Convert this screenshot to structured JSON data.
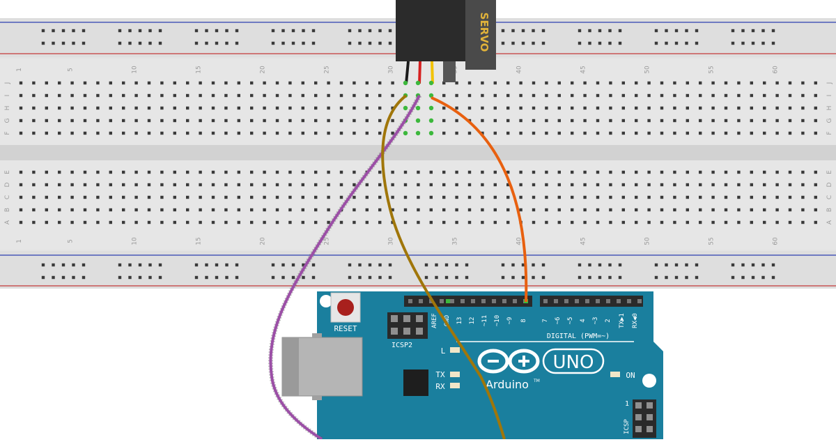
{
  "breadboard": {
    "column_numbers": [
      "1",
      "5",
      "10",
      "15",
      "20",
      "25",
      "30",
      "35",
      "40",
      "45",
      "50",
      "55",
      "60"
    ],
    "top_row_letters": [
      "J",
      "I",
      "H",
      "G",
      "F"
    ],
    "bottom_row_letters": [
      "E",
      "D",
      "C",
      "B",
      "A"
    ]
  },
  "servo": {
    "label": "SERVO",
    "wire_colors": [
      "#1a1a1a",
      "#d62020",
      "#f2c200"
    ]
  },
  "wires": {
    "ground_color": "#a0760a",
    "power_color": "#9b4fa6",
    "signal_color": "#e8600f"
  },
  "arduino": {
    "board_color": "#1a7f9e",
    "reset_label": "RESET",
    "icsp2_label": "ICSP2",
    "icsp_label": "ICSP",
    "l_label": "L",
    "tx_label": "TX",
    "rx_label": "RX",
    "on_label": "ON",
    "digital_label": "DIGITAL (PWM=~)",
    "uno_label": "UNO",
    "brand_label": "Arduino",
    "tm_label": "TM",
    "one_label": "1",
    "header_left_labels": [
      "AREF",
      "GND",
      "13",
      "12",
      "~11",
      "~10",
      "~9",
      "8"
    ],
    "header_right_labels": [
      "7",
      "~6",
      "~5",
      "4",
      "~3",
      "2",
      "TX▶1",
      "RX◀0"
    ]
  }
}
